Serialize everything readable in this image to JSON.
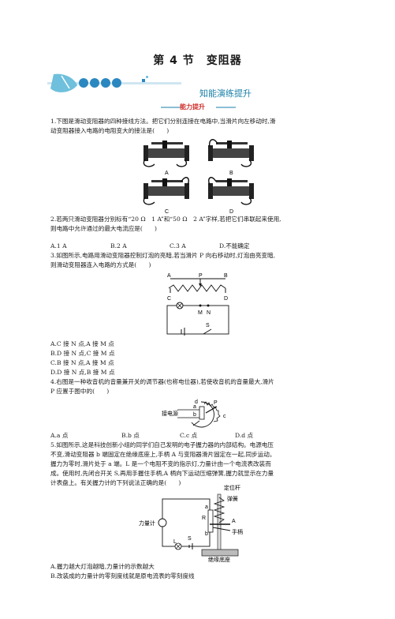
{
  "title": "第 4 节　变阻器",
  "section": "知能演练提升",
  "subsection": "能力提升",
  "accent_color": "#1a7fa8",
  "sub_color": "#d0312d",
  "q1": {
    "line1": "1.下图是滑动变阻器的四种接线方法。把它们分别连接在电路中,当滑片向左移动时,滑",
    "line2": "动变阻器接入电路的电阻变大的接法是(　　)",
    "labels": [
      "A",
      "B",
      "C",
      "D"
    ]
  },
  "q2": {
    "line1": "2.若两只滑动变阻器分别标有“20 Ω　1 A”和“50 Ω　2 A”字样,若把它们串联起来使用,",
    "line2": "则电路中允许通过的最大电流应是(　　)",
    "options": [
      "A.1 A",
      "B.2 A",
      "C.3 A",
      "D.不能确定"
    ]
  },
  "q3": {
    "line1": "3.如图所示,电路用滑动变阻器控制灯泡的亮暗,若当滑片 P 向右移动时,灯泡由亮变暗,",
    "line2": "则滑动变阻器连入电路的方式是(　　)",
    "fig": {
      "A": "A",
      "P": "P",
      "B": "B",
      "C": "C",
      "D": "D",
      "M": "M",
      "N": "N",
      "S": "S"
    },
    "options": [
      "A.C 接 N 点,A 接 M 点",
      "B.D 接 N 点,C 接 M 点",
      "C.B 接 N 点,A 接 M 点",
      "D.D 接 N 点,B 接 M 点"
    ]
  },
  "q4": {
    "line1": "4.右图是一种收音机的音量兼开关的调节器(也称电位器),若使收音机的音量最大,滑片",
    "line2": "P 应置于图中的(　　)",
    "fig": {
      "label": "接电源",
      "a": "a",
      "b": "b",
      "c": "c",
      "d": "d",
      "p": "P"
    },
    "options": [
      "A.a 点",
      "B.b 点",
      "C.c 点",
      "D.d 点"
    ]
  },
  "q5": {
    "line1": "5.如图所示,这是科技创新小组的同学们自己发明的电子握力器的内部结构。电源电压",
    "line2": "不变,滑动变阻器 b 端固定在绝缘底座上,手柄 A 与变阻器滑片固定在一起,同步运动。",
    "line3": "握力为零时,滑片处于 a 端。L 是一个电阻不变的指示灯,力量计由一个电流表改装而",
    "line4": "成。使用时,先闭合开关 S,再用手握住手柄,A 柄向下运动压缩弹簧,握力就显示在力量",
    "line5": "计表盘上。有关握力计的下列说法正确的是(　　)",
    "fig": {
      "rod": "定位杆",
      "spring": "弹簧",
      "meter": "力量计",
      "handle": "手柄",
      "base": "绝缘底座",
      "a": "a",
      "R": "R",
      "b": "b",
      "A": "A",
      "L": "L",
      "S": "S"
    },
    "options": [
      "A.握力越大灯泡越暗,力量计的示数越大",
      "B.改装成的力量计的零刻度线就是原电流表的零刻度线"
    ]
  }
}
